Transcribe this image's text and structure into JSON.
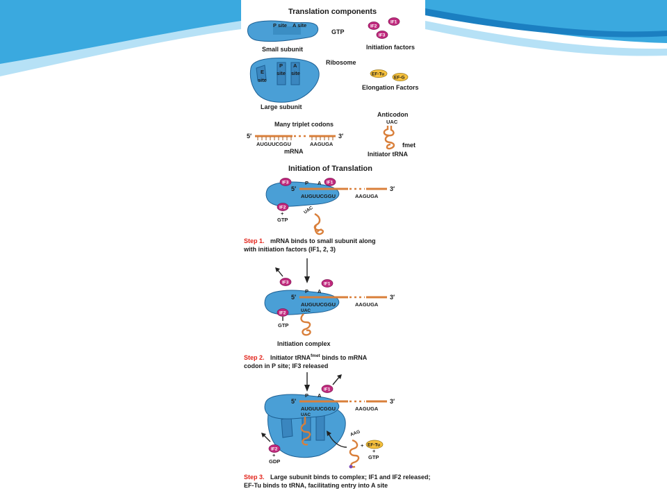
{
  "components": {
    "title": "Translation components",
    "gtp": "GTP",
    "p_site": "P site",
    "a_site": "A site",
    "small_subunit": "Small subunit",
    "ribosome": "Ribosome",
    "e_site_1": "E",
    "e_site_2": "site",
    "p_label": "P",
    "site_label": "site",
    "a_label": "A",
    "large_subunit": "Large subunit",
    "initiation_factors": "Initiation factors",
    "if1": "IF1",
    "if2": "IF2",
    "if3": "IF3",
    "ef_tu": "EF-Tu",
    "ef_g": "EF-G",
    "elongation_factors": "Elongation Factors",
    "many_codons": "Many triplet codons",
    "five_prime": "5′",
    "three_prime": "3′",
    "seq_left": "AUGUUCGGU",
    "seq_right": "AAGUGA",
    "mrna": "mRNA",
    "anticodon": "Anticodon",
    "uac": "UAC",
    "fmet": "fmet",
    "initiator_trna": "Initiator tRNA"
  },
  "initiation": {
    "title": "Initiation of Translation",
    "p": "P",
    "a": "A",
    "five_prime": "5′",
    "three_prime": "3′",
    "seq_left": "AUGUUCGGU",
    "seq_right": "AAGUGA",
    "uac": "UAC",
    "if1": "IF1",
    "if2": "IF2",
    "if3": "IF3",
    "plus": "+",
    "gtp": "GTP",
    "gdp": "GDP",
    "ef_tu": "EF-Tu",
    "aag": "AAG",
    "step1_label": "Step 1.",
    "step1_line1": " mRNA binds to small subunit along",
    "step1_line2": "with initiation factors (IF1, 2, 3)",
    "initiation_complex": "Initiation complex",
    "step2_label": "Step 2.",
    "step2_line1_a": " Initiator tRNA",
    "step2_sup": "fmet",
    "step2_line1_b": " binds to mRNA",
    "step2_line2": "codon in P site; IF3 released",
    "step3_label": "Step 3.",
    "step3_line1": " Large subunit binds to complex; IF1 and IF2 released;",
    "step3_line2": "EF-Tu binds to tRNA, facilitating entry into A site"
  }
}
